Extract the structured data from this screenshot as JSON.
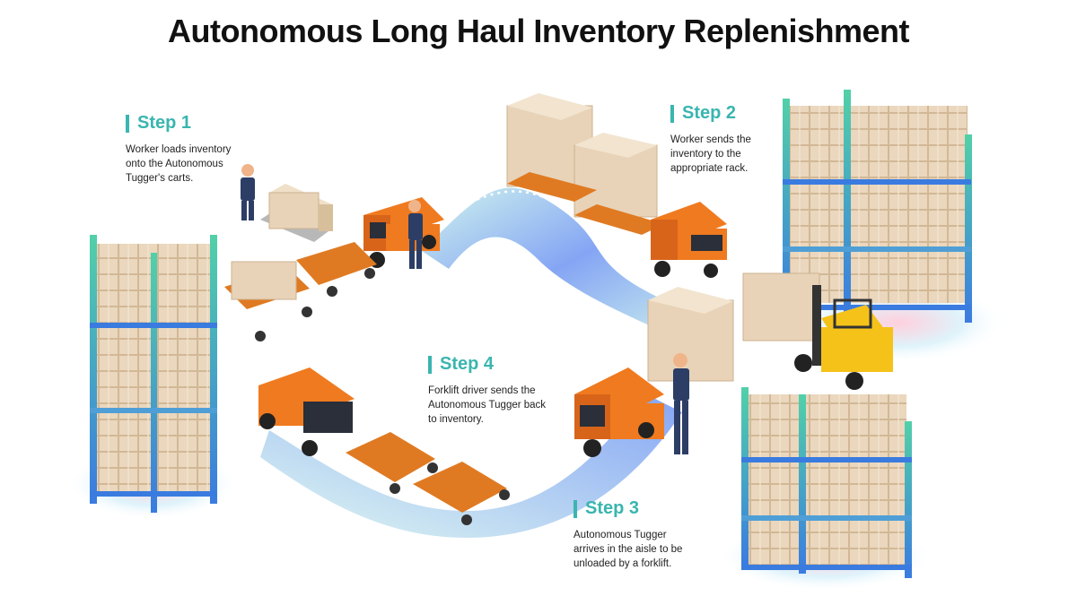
{
  "title": "Autonomous Long Haul Inventory Replenishment",
  "colors": {
    "accent": "#3ab5b0",
    "tugger": "#f07a1f",
    "cart": "#e07a22",
    "forklift": "#f5c21a",
    "rack_blue": "#3a7be0",
    "rack_green": "#52d0a8",
    "box": "#e8d3b8",
    "path_blue": "#6f95f2",
    "path_mint": "#bff0e6"
  },
  "steps": [
    {
      "label": "Step 1",
      "text": "Worker loads inventory onto the Autonomous Tugger's carts."
    },
    {
      "label": "Step 2",
      "text": "Worker sends the inventory to the appropriate rack."
    },
    {
      "label": "Step 3",
      "text": "Autonomous Tugger arrives in the aisle to be unloaded by a forklift."
    },
    {
      "label": "Step 4",
      "text": "Forklift driver sends the Autonomous Tugger back to inventory."
    }
  ]
}
